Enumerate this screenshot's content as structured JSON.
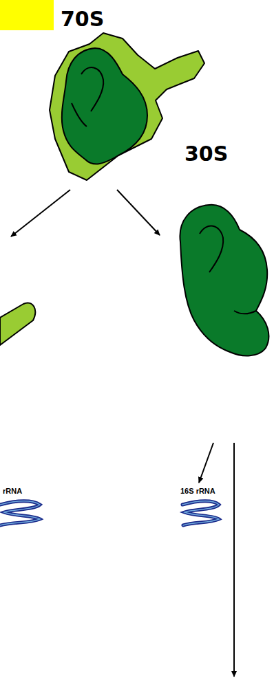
{
  "diagram": {
    "labels": [
      "70S",
      "30S",
      "rRNA",
      "16S rRNA"
    ]
  }
}
